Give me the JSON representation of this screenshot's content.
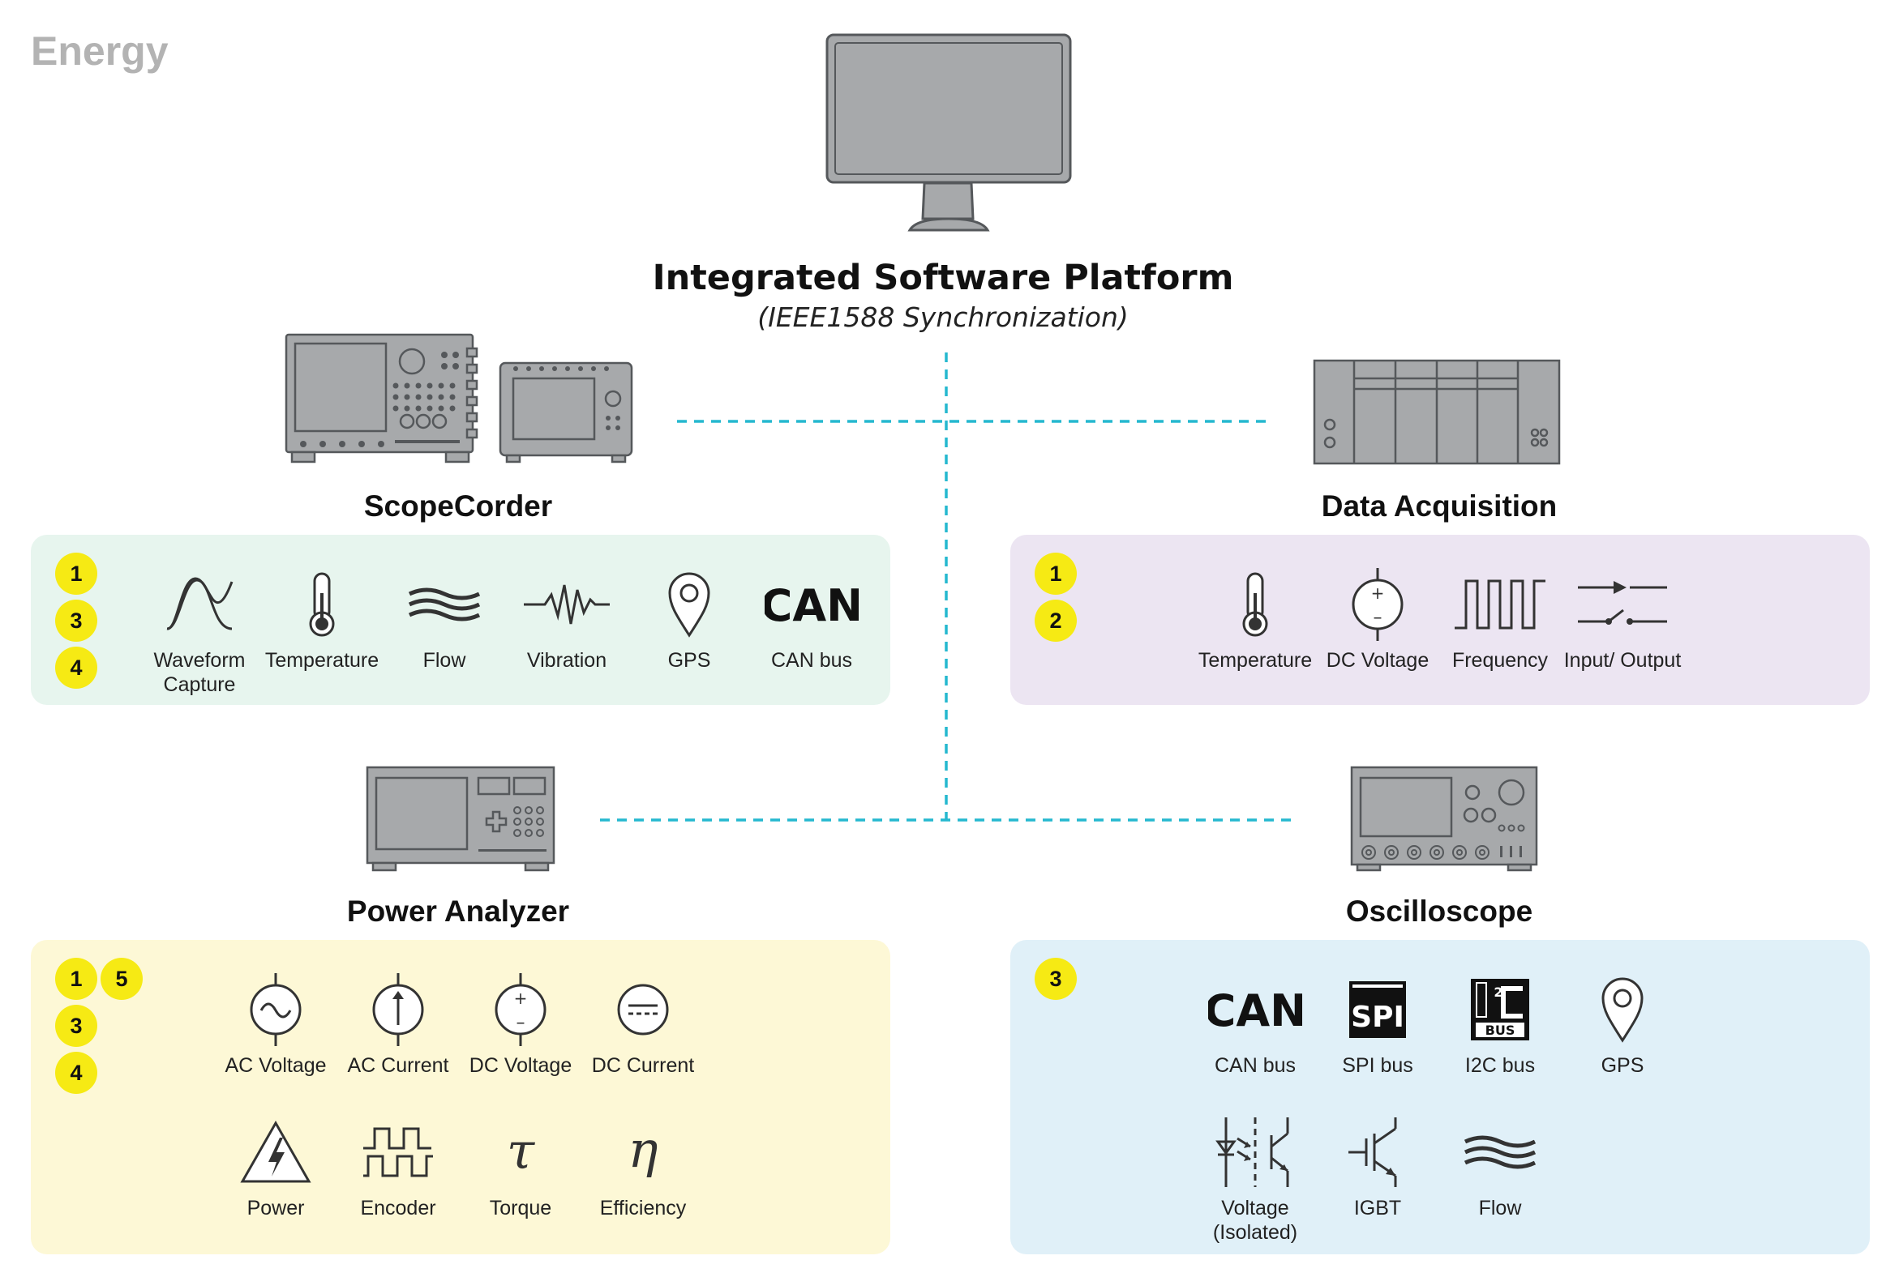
{
  "corner_label": "Energy",
  "platform": {
    "title": "Integrated Software Platform",
    "subtitle": "(IEEE1588 Synchronization)"
  },
  "colors": {
    "link": "#25b8cf",
    "badge": "#f6ea14",
    "device": "#a7a9ab",
    "scope_panel": "#e7f5ee",
    "daq_panel": "#ece5f2",
    "power_panel": "#fdf8d6",
    "osc_panel": "#e0f0f8"
  },
  "sections": {
    "scope": {
      "title": "ScopeCorder",
      "badges": [
        "1",
        "3",
        "4"
      ],
      "items": [
        {
          "icon": "sine-wave-icon",
          "label": "Waveform Capture"
        },
        {
          "icon": "thermometer-icon",
          "label": "Temperature"
        },
        {
          "icon": "flow-icon",
          "label": "Flow"
        },
        {
          "icon": "vibration-icon",
          "label": "Vibration"
        },
        {
          "icon": "gps-pin-icon",
          "label": "GPS"
        },
        {
          "icon": "can-logo-icon",
          "logo": "CAN",
          "label": "CAN bus"
        }
      ]
    },
    "daq": {
      "title": "Data Acquisition",
      "badges": [
        "1",
        "2"
      ],
      "items": [
        {
          "icon": "thermometer-icon",
          "label": "Temperature"
        },
        {
          "icon": "dc-voltage-icon",
          "label": "DC Voltage"
        },
        {
          "icon": "square-wave-icon",
          "label": "Frequency"
        },
        {
          "icon": "switch-icon",
          "label": "Input/ Output"
        }
      ]
    },
    "power": {
      "title": "Power Analyzer",
      "badges": [
        "1",
        "5",
        "3",
        "4"
      ],
      "items": [
        {
          "icon": "ac-voltage-icon",
          "label": "AC Voltage"
        },
        {
          "icon": "ac-current-icon",
          "label": "AC Current"
        },
        {
          "icon": "dc-voltage-icon",
          "label": "DC Voltage"
        },
        {
          "icon": "dc-current-icon",
          "label": "DC Current"
        },
        {
          "icon": "power-warning-icon",
          "label": "Power"
        },
        {
          "icon": "encoder-icon",
          "label": "Encoder"
        },
        {
          "icon": "torque-tau-icon",
          "symbol": "τ",
          "label": "Torque"
        },
        {
          "icon": "efficiency-eta-icon",
          "symbol": "η",
          "label": "Efficiency"
        }
      ]
    },
    "osc": {
      "title": "Oscilloscope",
      "badges": [
        "3"
      ],
      "items": [
        {
          "icon": "can-logo-icon",
          "logo": "CAN",
          "label": "CAN bus"
        },
        {
          "icon": "spi-logo-icon",
          "logo": "SPI",
          "label": "SPI bus"
        },
        {
          "icon": "i2c-logo-icon",
          "logo": "BUS",
          "label": "I2C bus"
        },
        {
          "icon": "gps-pin-icon",
          "label": "GPS"
        },
        {
          "icon": "isolated-voltage-icon",
          "label": "Voltage (Isolated)"
        },
        {
          "icon": "igbt-icon",
          "label": "IGBT"
        },
        {
          "icon": "flow-icon",
          "label": "Flow"
        }
      ]
    }
  }
}
